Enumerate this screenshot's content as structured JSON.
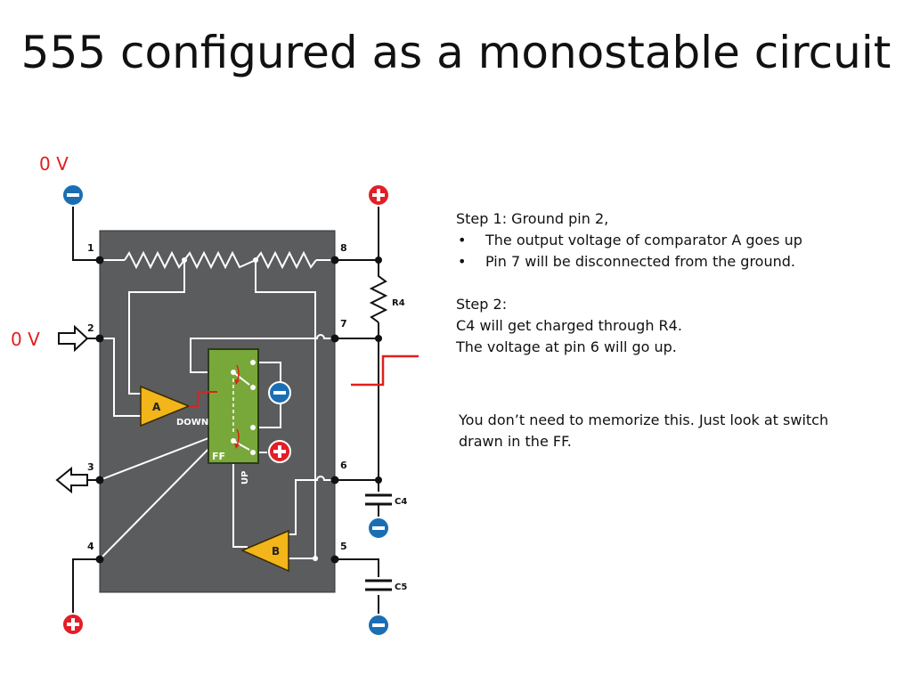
{
  "title": "555 configured as a monostable circuit",
  "voltage_labels": {
    "top": "0 V",
    "pin2": "0 V"
  },
  "pins": {
    "p1": "1",
    "p2": "2",
    "p3": "3",
    "p4": "4",
    "p5": "5",
    "p6": "6",
    "p7": "7",
    "p8": "8"
  },
  "components": {
    "r4": "R4",
    "c4": "C4",
    "c5": "C5",
    "comparator_a": "A",
    "comparator_b": "B",
    "ff": "FF",
    "down": "DOWN",
    "up": "UP"
  },
  "step1": {
    "heading": "Step 1: Ground pin 2,",
    "bullets": [
      "The output voltage of comparator A goes up",
      "Pin 7 will be disconnected from the ground."
    ]
  },
  "step2": {
    "heading": "Step 2:",
    "lines": [
      "C4 will get charged through R4.",
      "The voltage at  pin 6 will go up."
    ]
  },
  "note": "You don’t need to memorize this. Just look at switch drawn in the FF.",
  "colors": {
    "chip": "#5b5c5e",
    "ff": "#78a83a",
    "comparator": "#f2b51a",
    "positive": "#e31e26",
    "negative": "#1a6fb4",
    "signal": "#e0201c"
  },
  "icons": {
    "positive_terminal": "plus-circle-icon",
    "negative_terminal": "minus-circle-icon",
    "arrows": "hollow-arrow-icon"
  }
}
